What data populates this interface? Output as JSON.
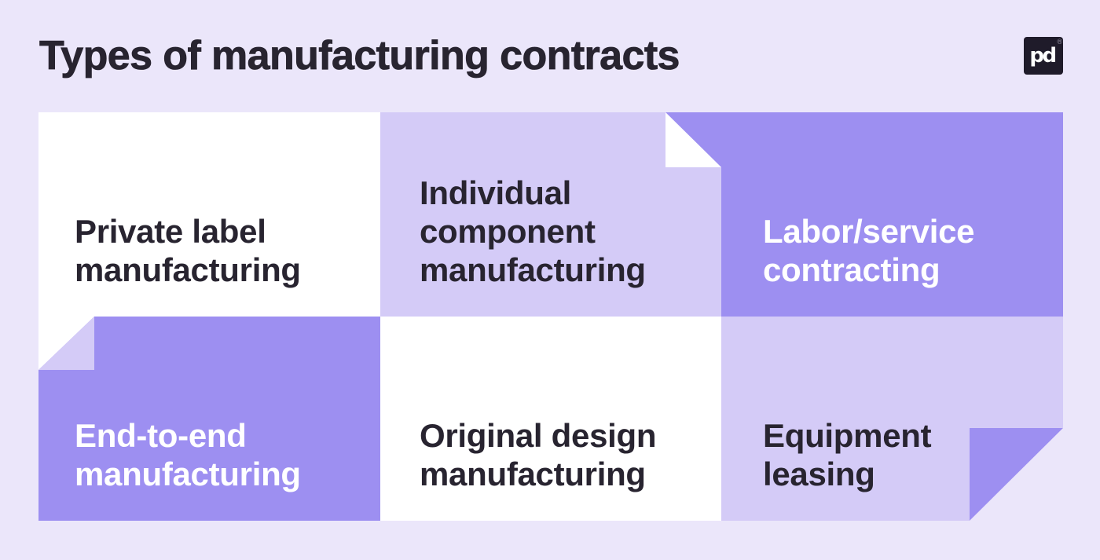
{
  "title": "Types of manufacturing contracts",
  "logo": {
    "text": "pd",
    "registered": "®"
  },
  "colors": {
    "page-bg": "#EBE6FA",
    "cell-light": "#D4CBF7",
    "cell-mid": "#9D8FF1",
    "text-dark": "#282430",
    "logo-bg": "#1F1B2A",
    "logo-reg": "#938FA0"
  },
  "cells": [
    {
      "id": "private-label",
      "lines": [
        "Private label",
        "manufacturing"
      ]
    },
    {
      "id": "individual-component",
      "lines": [
        "Individual",
        "component",
        "manufacturing"
      ]
    },
    {
      "id": "labor-service",
      "lines": [
        "Labor/service",
        "contracting"
      ]
    },
    {
      "id": "end-to-end",
      "lines": [
        "End-to-end",
        "manufacturing"
      ]
    },
    {
      "id": "original-design",
      "lines": [
        "Original design",
        "manufacturing"
      ]
    },
    {
      "id": "equipment-leasing",
      "lines": [
        "Equipment",
        "leasing"
      ]
    }
  ]
}
